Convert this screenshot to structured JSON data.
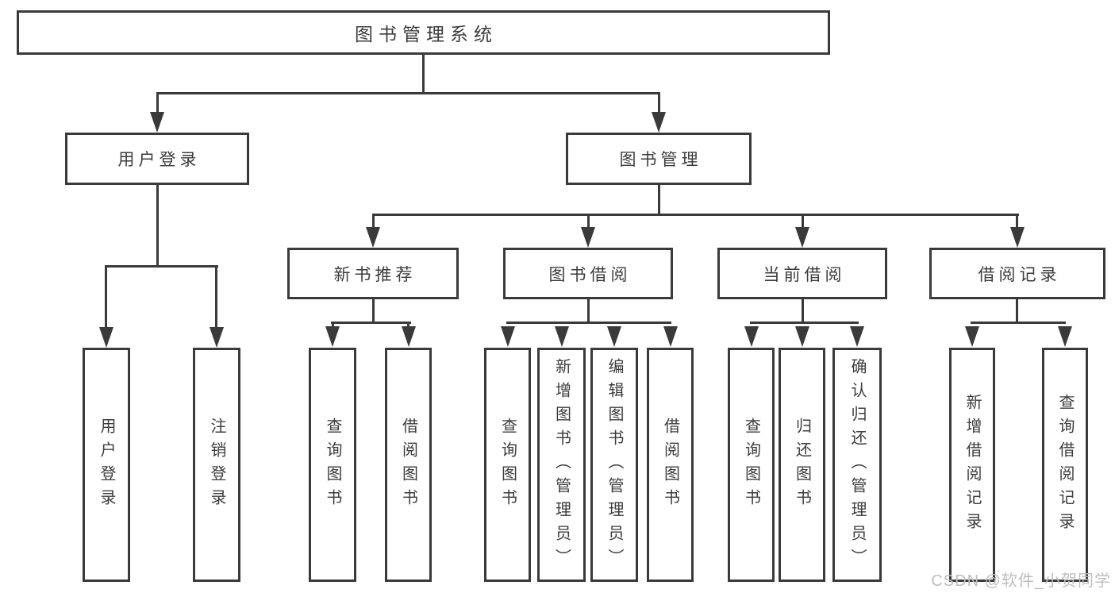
{
  "colors": {
    "line": "#3a3a3a",
    "text": "#3c3c3c",
    "background": "#ffffff",
    "watermark": "#bdbdbd"
  },
  "watermark": {
    "text": "CSDN @软件_小贺同学"
  },
  "tree": {
    "root": {
      "label": "图书管理系统",
      "children": [
        {
          "label": "用户登录",
          "children": [
            {
              "label": "用户登录"
            },
            {
              "label": "注销登录"
            }
          ]
        },
        {
          "label": "图书管理",
          "children": [
            {
              "label": "新书推荐",
              "children": [
                {
                  "label": "查询图书"
                },
                {
                  "label": "借阅图书"
                }
              ]
            },
            {
              "label": "图书借阅",
              "children": [
                {
                  "label": "查询图书"
                },
                {
                  "label": "新增图书（管理员）"
                },
                {
                  "label": "编辑图书（管理员）"
                },
                {
                  "label": "借阅图书"
                }
              ]
            },
            {
              "label": "当前借阅",
              "children": [
                {
                  "label": "查询图书"
                },
                {
                  "label": "归还图书"
                },
                {
                  "label": "确认归还（管理员）"
                }
              ]
            },
            {
              "label": "借阅记录",
              "children": [
                {
                  "label": "新增借阅记录"
                },
                {
                  "label": "查询借阅记录"
                }
              ]
            }
          ]
        }
      ]
    }
  }
}
